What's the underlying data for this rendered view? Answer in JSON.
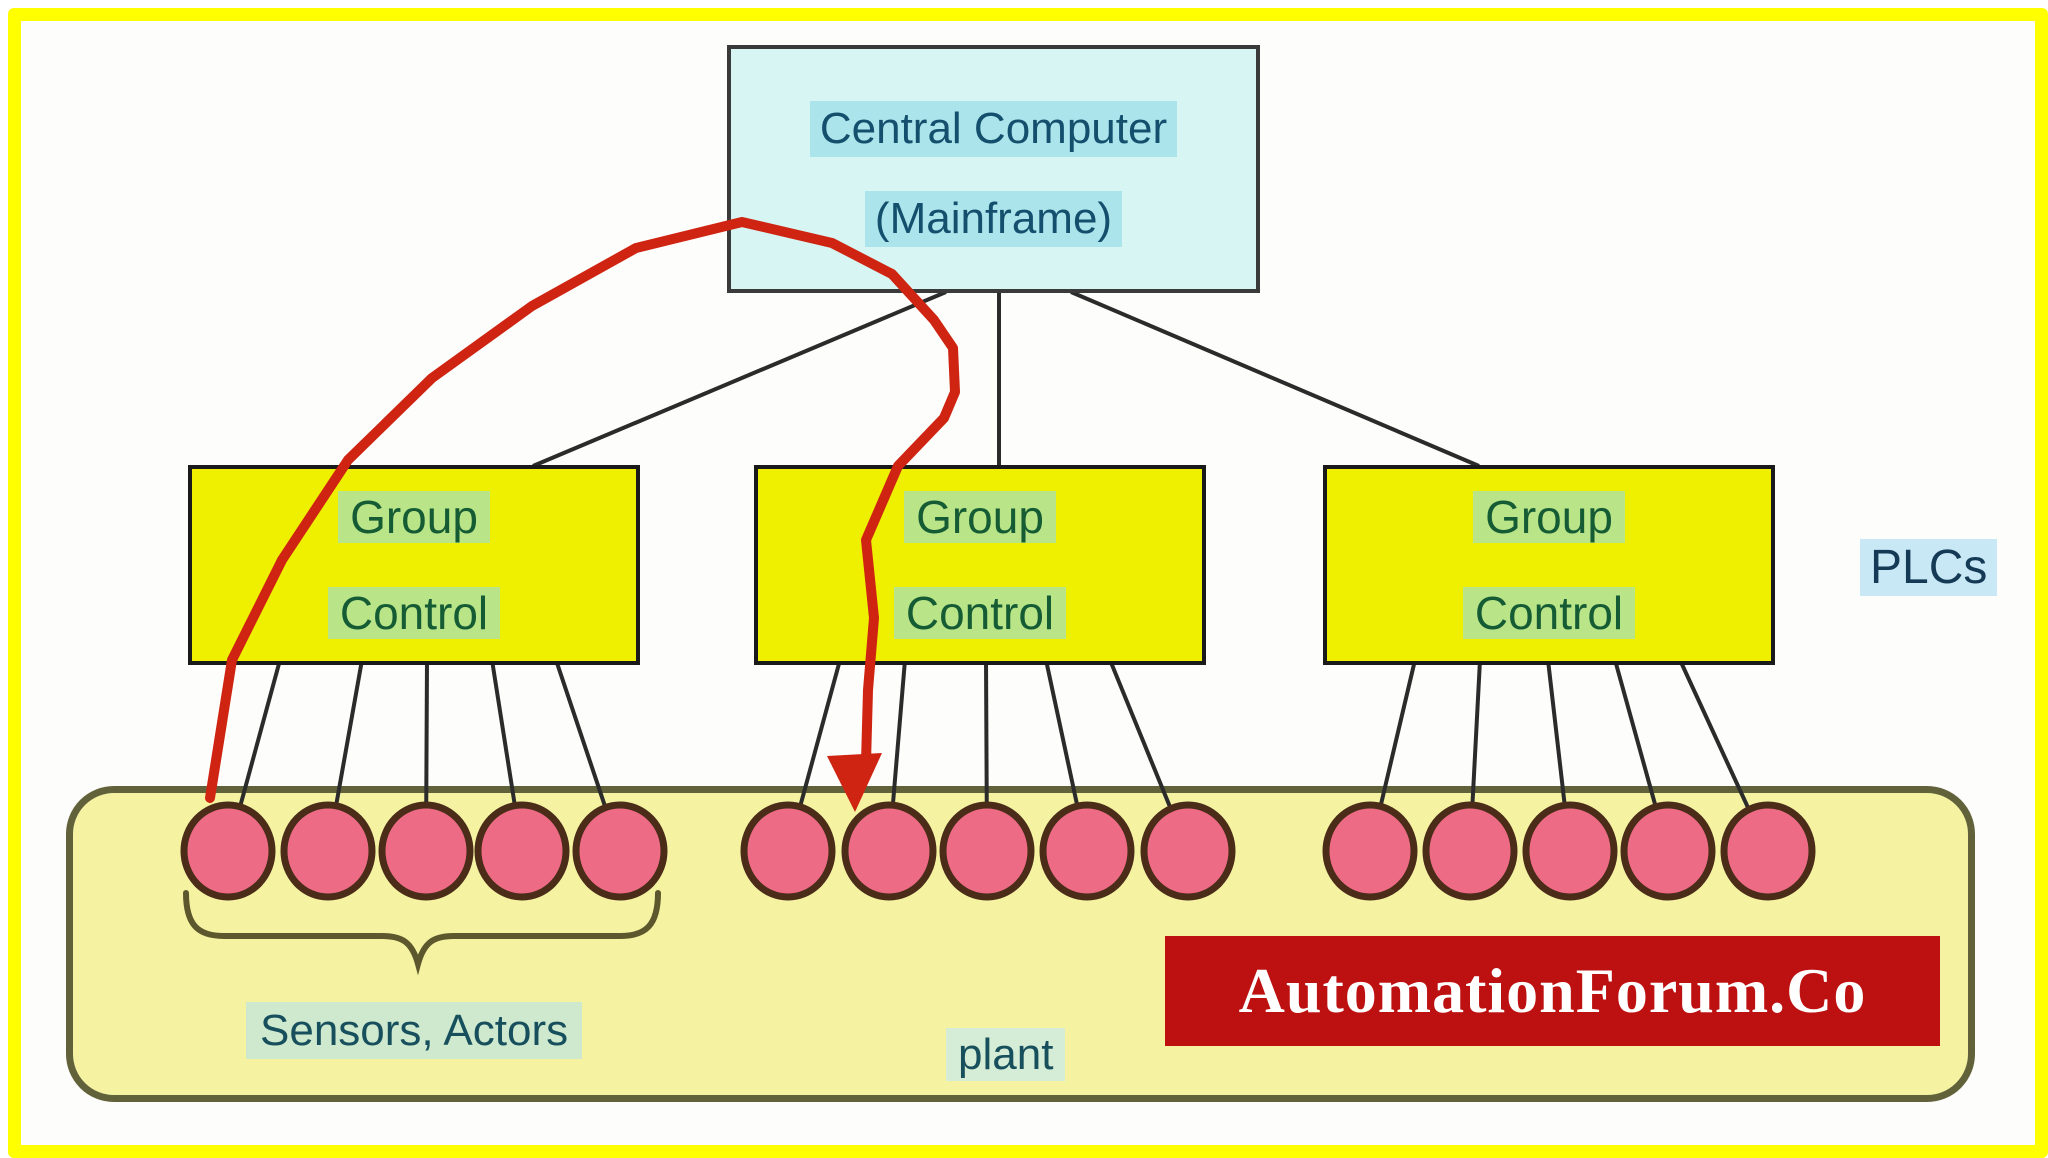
{
  "central_computer": {
    "line1": "Central Computer",
    "line2": "(Mainframe)"
  },
  "group_controllers": [
    {
      "line1": "Group",
      "line2": "Control",
      "plc_count": 5
    },
    {
      "line1": "Group",
      "line2": "Control",
      "plc_count": 5
    },
    {
      "line1": "Group",
      "line2": "Control",
      "plc_count": 5
    }
  ],
  "labels": {
    "plcs": "PLCs",
    "sensors_actors": "Sensors, Actors",
    "plant": "plant"
  },
  "watermark": {
    "text": "AutomationForum.Co",
    "background": "#bd1010",
    "text_color": "#ffffff"
  },
  "colors": {
    "frame_yellow": "#ffff00",
    "central_box_fill": "#d7f5f3",
    "central_text": "#14506e",
    "central_highlight": "#abe4ea",
    "group_box_fill": "#efef00",
    "group_text": "#155c35",
    "group_highlight": "#b9e487",
    "plant_fill": "#f5f3a2",
    "plant_border": "#62623a",
    "plc_circle_fill": "#ee6b86",
    "plc_circle_stroke": "#4a2c18",
    "connection_line": "#2b2b2b",
    "red_arrow": "#cf2412",
    "brace": "#5c572c"
  }
}
